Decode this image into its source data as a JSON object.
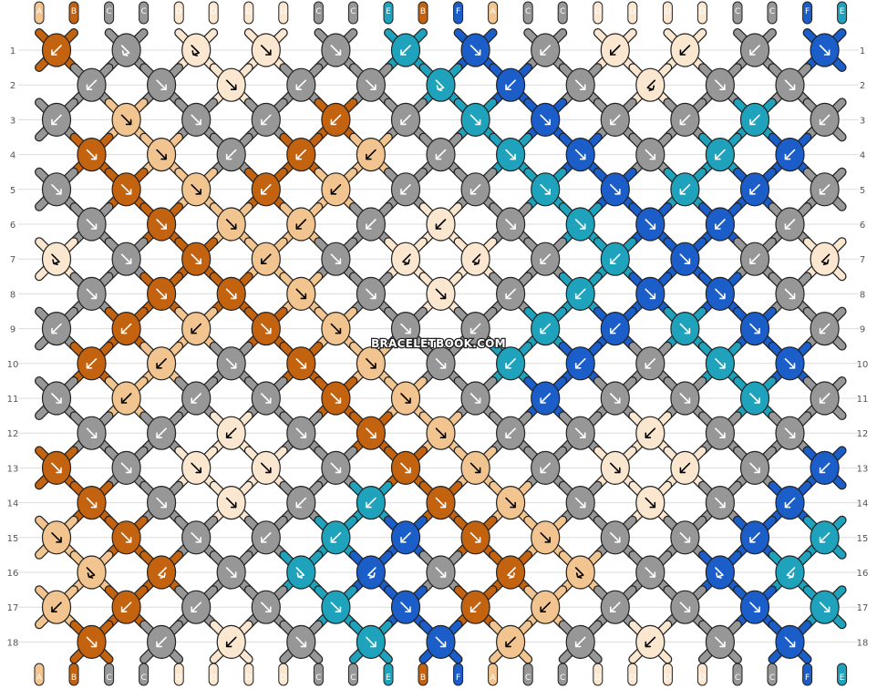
{
  "watermark": "BRACELETBOOK.COM",
  "row_labels": [
    "1",
    "2",
    "3",
    "4",
    "5",
    "6",
    "7",
    "8",
    "9",
    "10",
    "11",
    "12",
    "13",
    "14",
    "15",
    "16",
    "17",
    "18"
  ],
  "strands": [
    "A",
    "B",
    "C",
    "C",
    "D",
    "D",
    "D",
    "D",
    "C",
    "C",
    "E",
    "B",
    "F",
    "A",
    "C",
    "C",
    "D",
    "D",
    "D",
    "D",
    "C",
    "C",
    "F",
    "E"
  ],
  "colors": {
    "A": "#f2c48f",
    "B": "#c3620f",
    "C": "#979797",
    "D": "#fbe6d0",
    "E": "#1fa3bd",
    "F": "#1b5ec9",
    "outline": "#222222",
    "grid_line": "#dddddd"
  },
  "knots": [
    [
      "B:ba",
      "C:fb",
      "D:fb",
      "D:f",
      "C:f",
      "E:b",
      "F:f",
      "C:b",
      "D:b",
      "D:b",
      "C:b",
      "F:f"
    ],
    [
      "C:b",
      "C:f",
      "D:f",
      "C:b",
      "C:f",
      "E:fb",
      "F:ba",
      "C:f",
      "D:bf",
      "C:f",
      "C:f"
    ],
    [
      "C:b",
      "A:f",
      "C:f",
      "C:b",
      "B:ba",
      "C:ba",
      "E:f",
      "F:f",
      "C:ba",
      "C:ba",
      "E:ba",
      "C:b"
    ],
    [
      "B:f",
      "A:f",
      "C:ba",
      "B:ba",
      "A:b",
      "C:b",
      "E:f",
      "F:f",
      "C:f",
      "E:ba",
      "F:b"
    ],
    [
      "C:f",
      "B:f",
      "A:f",
      "B:b",
      "A:b",
      "C:b",
      "C:b",
      "E:f",
      "F:f",
      "E:b",
      "F:b",
      "C:b"
    ],
    [
      "C:f",
      "B:f",
      "A:f",
      "A:b",
      "C:b",
      "D:b",
      "C:f",
      "E:f",
      "F:f",
      "F:b",
      "C:b"
    ],
    [
      "D:fb",
      "C:f",
      "B:f",
      "A:b",
      "C:f",
      "D:bf",
      "D:bf",
      "C:b",
      "E:b",
      "F:f",
      "C:b",
      "D:bf"
    ],
    [
      "C:f",
      "B:f",
      "B:f",
      "A:f",
      "C:f",
      "D:f",
      "C:b",
      "E:b",
      "F:f",
      "F:f",
      "C:f"
    ],
    [
      "C:b",
      "B:b",
      "A:b",
      "B:f",
      "A:f",
      "C:f",
      "C:b",
      "E:b",
      "F:b",
      "E:f",
      "F:f",
      "C:b"
    ],
    [
      "B:b",
      "A:b",
      "C:f",
      "B:f",
      "A:f",
      "C:f",
      "E:b",
      "F:b",
      "C:b",
      "E:f",
      "F:f"
    ],
    [
      "C:f",
      "A:b",
      "C:b",
      "C:f",
      "B:f",
      "A:f",
      "C:f",
      "F:b",
      "C:f",
      "C:f",
      "E:f",
      "C:b"
    ],
    [
      "C:f",
      "C:b",
      "D:b",
      "C:f",
      "B:f",
      "A:f",
      "C:b",
      "C:f",
      "D:b",
      "C:f",
      "C:f"
    ],
    [
      "B:f",
      "C:f",
      "D:f",
      "D:f",
      "C:f",
      "B:f",
      "A:f",
      "C:b",
      "D:f",
      "D:b",
      "C:f",
      "F:b"
    ],
    [
      "B:f",
      "C:f",
      "D:f",
      "C:b",
      "E:b",
      "B:f",
      "A:f",
      "C:f",
      "D:f",
      "C:f",
      "F:b"
    ],
    [
      "A:f",
      "B:f",
      "C:f",
      "C:b",
      "E:b",
      "F:b",
      "B:f",
      "A:f",
      "C:f",
      "C:f",
      "F:b",
      "E:b"
    ],
    [
      "A:fb",
      "B:bf",
      "C:f",
      "E:fb",
      "F:bf",
      "C:f",
      "B:bf",
      "A:fb",
      "C:f",
      "F:fb",
      "E:bf"
    ],
    [
      "A:b",
      "B:b",
      "C:b",
      "C:f",
      "E:f",
      "F:f",
      "B:b",
      "A:b",
      "C:b",
      "C:f",
      "F:f",
      "E:f"
    ],
    [
      "B:f",
      "C:b",
      "D:b",
      "C:f",
      "E:f",
      "F:f",
      "A:b",
      "C:b",
      "D:b",
      "C:f",
      "F:f"
    ]
  ]
}
